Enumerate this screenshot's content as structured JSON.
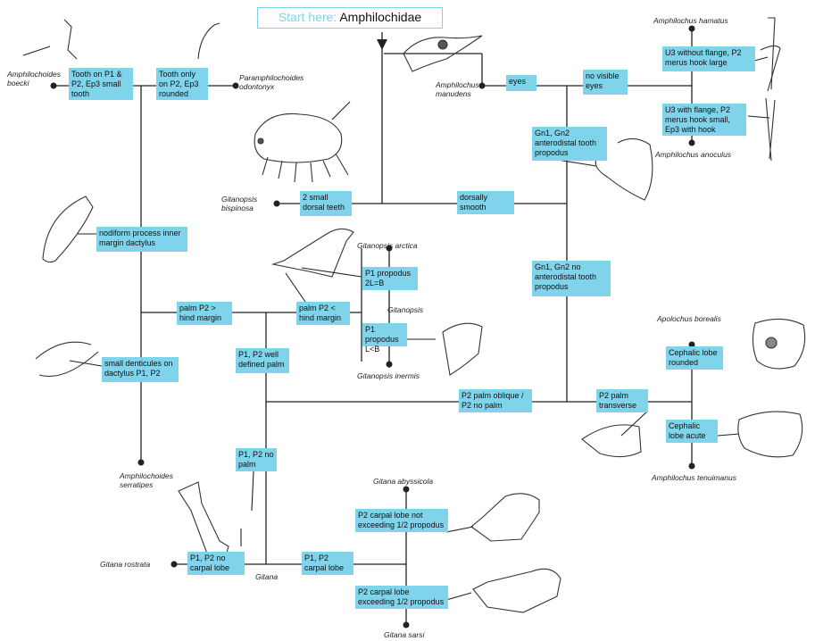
{
  "start": {
    "prefix": "Start here:",
    "family": "Amphilochidae"
  },
  "boxes": {
    "tooth_p1p2": "Tooth on P1 & P2, Ep3 small tooth",
    "tooth_p2_only": "Tooth only on P2, Ep3 rounded",
    "eyes": "eyes",
    "no_eyes": "no visible eyes",
    "u3_no_flange": "U3 without flange, P2 merus hook large",
    "u3_flange": "U3 with flange, P2 merus hook small, Ep3 with hook",
    "gn_tooth": "Gn1, Gn2 anterodistal tooth propodus",
    "two_teeth": "2 small dorsal teeth",
    "dors_smooth": "dorsally smooth",
    "nodiform": "nodiform process inner margin dactylus",
    "p1_2l_b": "P1 propodus 2L=B",
    "palm_gt": "palm P2 > hind margin",
    "palm_lt": "palm P2 < hind margin",
    "gn_no_tooth": "Gn1, Gn2 no anterodistal tooth propodus",
    "p1_l_b": "P1 propodus L<B",
    "well_palm": "P1, P2 well defined palm",
    "denticles": "small denticules on dactylus P1, P2",
    "p2_oblique": "P2 palm oblique / P2 no palm",
    "p2_transverse": "P2 palm transverse",
    "ceph_round": "Cephalic lobe rounded",
    "ceph_acute": "Cephalic lobe acute",
    "no_palm": "P1, P2 no palm",
    "carpal_not": "P2 carpal lobe not exceeding 1/2 propodus",
    "no_carpal": "P1, P2 no carpal lobe",
    "carpal_lobe": "P1, P2 carpal lobe",
    "carpal_exc": "P2 carpal lobe exceeding 1/2 propodus"
  },
  "taxa": {
    "boecki": "Amphilochoides boecki",
    "paramph": "Paramphilochoides odontonyx",
    "hamatus": "Amphilochus hamatus",
    "manudens": "Amphilochus manudens",
    "anoculus": "Amphilochus anoculus",
    "bispinosa": "Gitanopsis bispinosa",
    "arctica": "Gitanopsis arctica",
    "gitanopsis": "Gitanopsis",
    "inermis": "Gitanopsis inermis",
    "serratipes": "Amphilochoides serratipes",
    "borealis": "Apolochus borealis",
    "tenuimanus": "Amphilochus tenuimanus",
    "abyssicola": "Gitana abyssicola",
    "rostrata": "Gitana rostrata",
    "gitana": "Gitana",
    "sarsi": "Gitana sarsi"
  },
  "colors": {
    "box_fill": "#7fd3ea",
    "line": "#222222",
    "start_border": "#7fd3ea"
  }
}
